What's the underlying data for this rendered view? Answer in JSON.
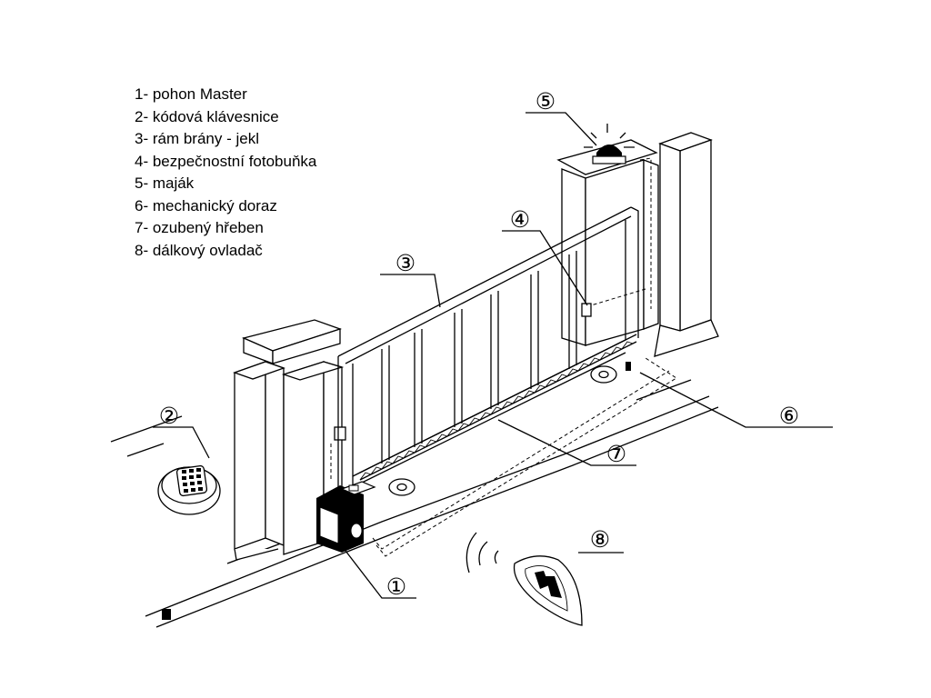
{
  "legend": [
    {
      "label": "1- pohon Master"
    },
    {
      "label": "2- kódová klávesnice"
    },
    {
      "label": "3- rám brány - jekl"
    },
    {
      "label": "4- bezpečnostní fotobuňka"
    },
    {
      "label": "5- maják"
    },
    {
      "label": "6- mechanický doraz"
    },
    {
      "label": "7- ozubený hřeben"
    },
    {
      "label": "8- dálkový ovladač"
    }
  ],
  "callouts": {
    "c1": "①",
    "c2": "②",
    "c3": "③",
    "c4": "④",
    "c5": "⑤",
    "c6": "⑥",
    "c7": "⑦",
    "c8": "⑧"
  },
  "icons": {
    "beacon": "beacon-icon",
    "remote": "remote-control-icon",
    "keypad": "keypad-icon",
    "motor": "gate-motor-icon",
    "photocell": "photocell-icon"
  }
}
